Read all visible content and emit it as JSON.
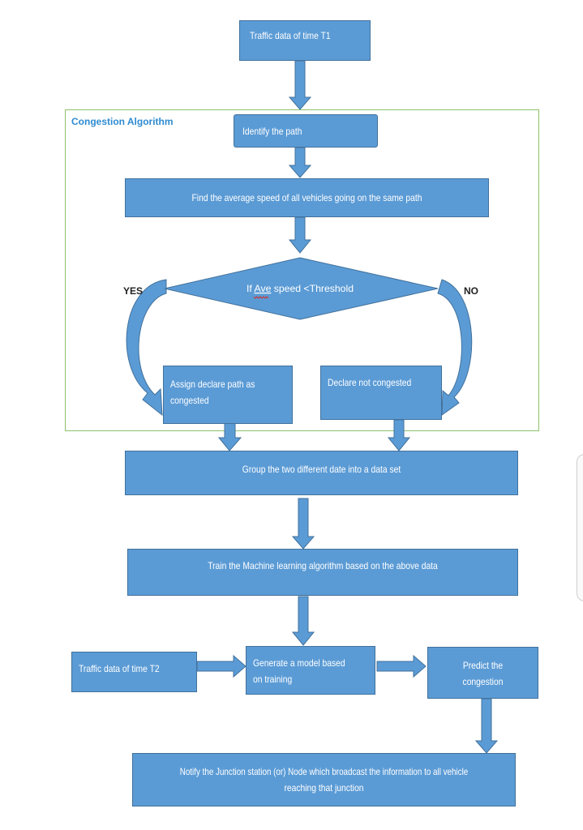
{
  "region": {
    "label": "Congestion Algorithm"
  },
  "nodes": {
    "start": "Traffic data of time T1",
    "identify": "Identify the path",
    "average": "Find the average speed of all vehicles going on the same path",
    "decision_prefix": "If ",
    "decision_word": "Ave",
    "decision_suffix": " speed <Threshold",
    "congested_line1": "Assign declare path as",
    "congested_line2": "congested",
    "not_congested": "Declare not congested",
    "group": "Group the two different date into a data set",
    "train": "Train the Machine learning algorithm based on the above data",
    "t2": "Traffic data of time T2",
    "model_line1": "Generate a model based",
    "model_line2": "on training",
    "predict_line1": "Predict the",
    "predict_line2": "congestion",
    "notify_line1": "Notify the Junction station (or) Node which broadcast the information to all vehicle",
    "notify_line2": "reaching that junction"
  },
  "branch_labels": {
    "yes": "YES",
    "no": "NO"
  },
  "colors": {
    "box_fill": "#5b9bd5",
    "box_border": "#41719c",
    "region_border": "#8cc269",
    "region_label": "#2e8bd1"
  }
}
